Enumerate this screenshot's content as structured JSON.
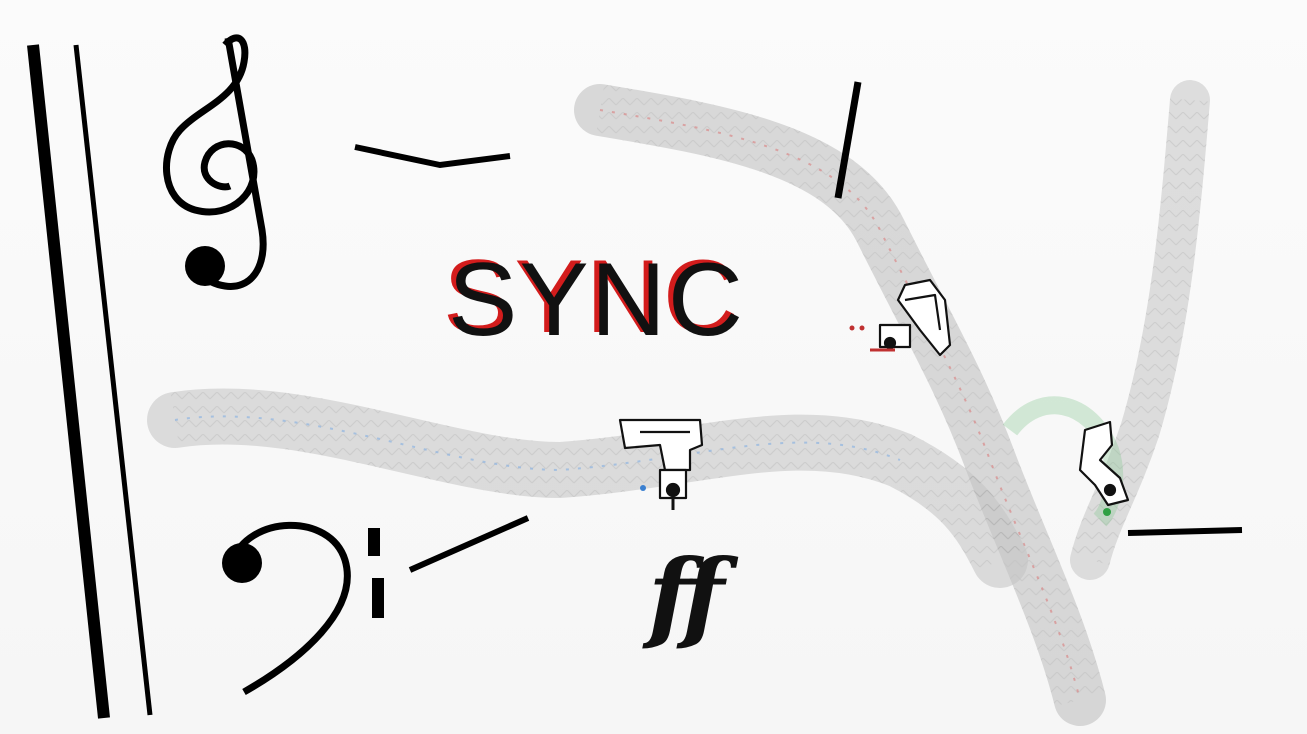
{
  "title": {
    "text": "SYNC",
    "color": "#111111",
    "shadow_color": "#d31c1c"
  },
  "dynamic_marking": {
    "text": "ff"
  },
  "trails": [
    {
      "name": "red-trail",
      "color": "#c03030"
    },
    {
      "name": "blue-trail",
      "color": "#3a7fd0"
    },
    {
      "name": "green-trail",
      "color": "#2ea043"
    }
  ],
  "robots": [
    {
      "name": "robot-red",
      "accent": "#c03030"
    },
    {
      "name": "robot-blue",
      "accent": "#3a7fd0"
    },
    {
      "name": "robot-green",
      "accent": "#2ea043"
    }
  ],
  "symbols": [
    "treble-clef-icon",
    "bass-clef-icon",
    "barline-icon"
  ]
}
